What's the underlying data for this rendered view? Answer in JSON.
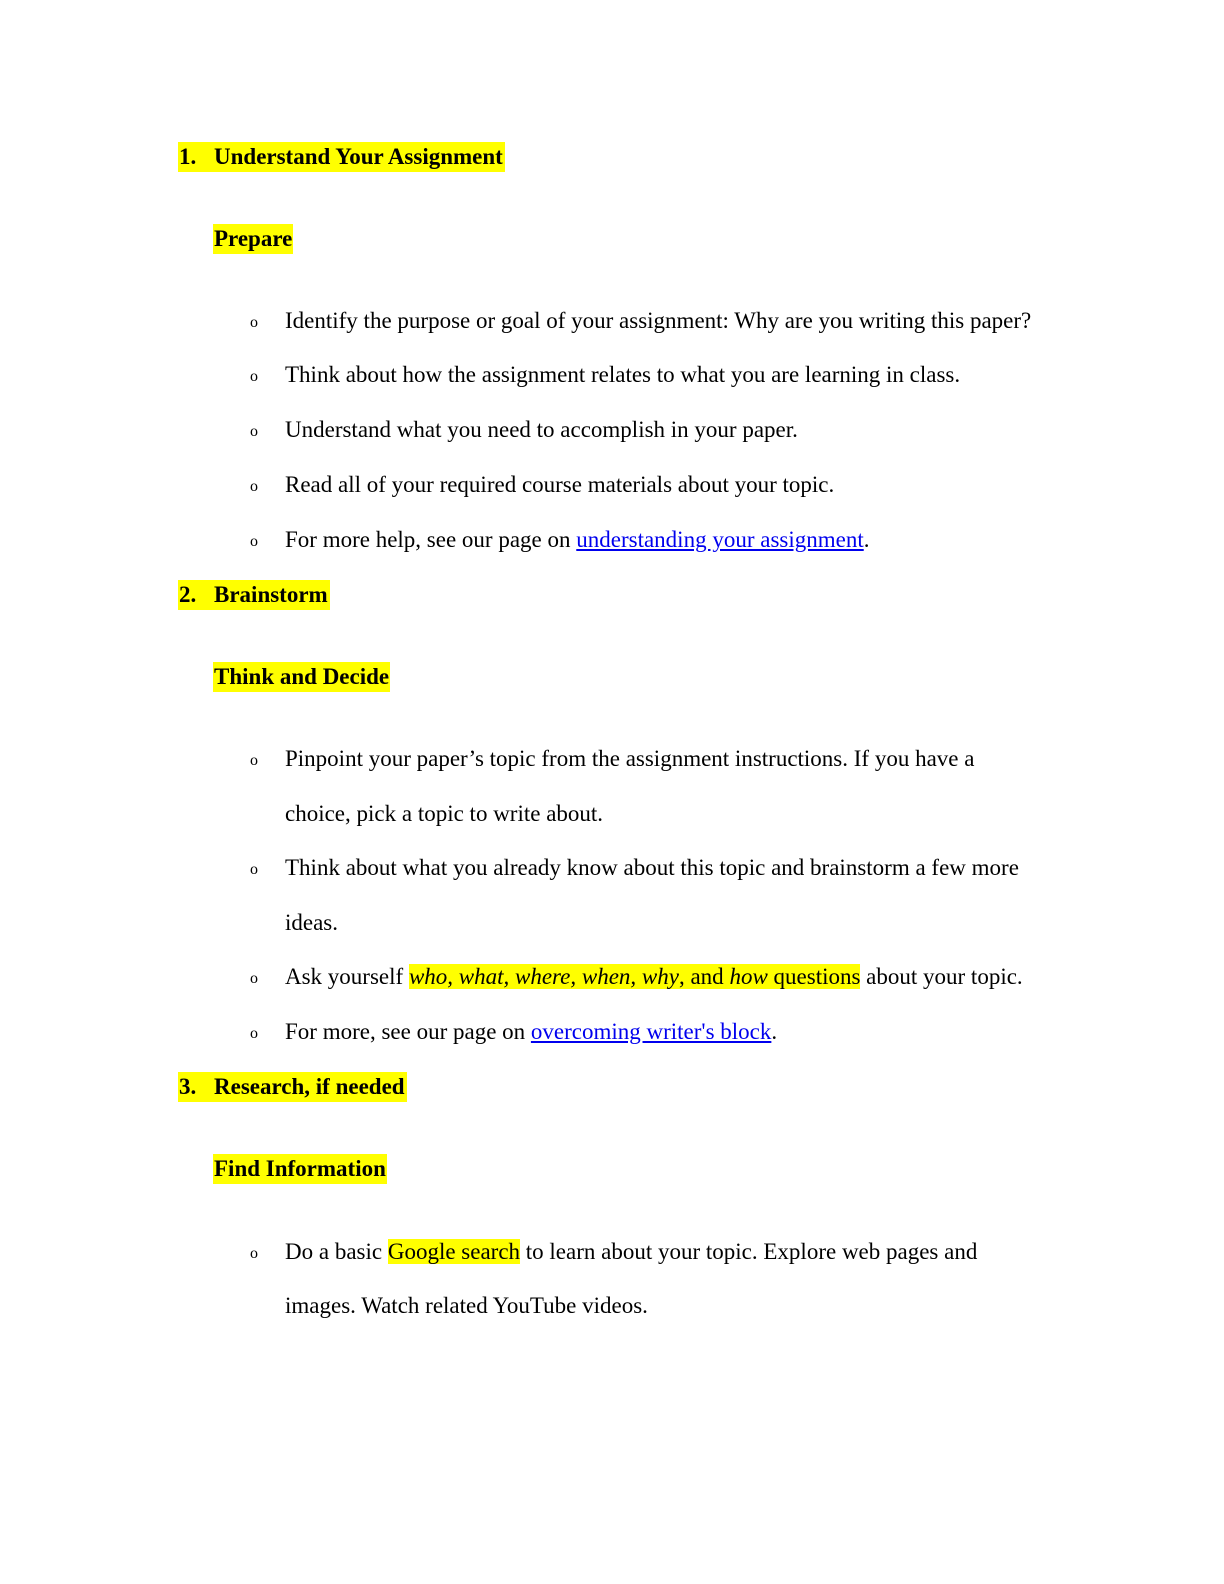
{
  "sections": [
    {
      "number": "1.",
      "title": "Understand Your Assignment",
      "subheading": "Prepare",
      "items": [
        {
          "lines": [
            "Identify the purpose or goal of your assignment: Why are you writing this paper?"
          ]
        },
        {
          "lines": [
            "Think about how the assignment relates to what you are learning in class."
          ]
        },
        {
          "lines": [
            "Understand what you need to accomplish in your paper."
          ]
        },
        {
          "lines": [
            "Read all of your required course materials about your topic."
          ]
        },
        {
          "prefix": "For more help, see our page on ",
          "link": "understanding your assignment",
          "suffix": "."
        }
      ]
    },
    {
      "number": "2.",
      "title": "Brainstorm",
      "subheading": "Think and Decide",
      "items": [
        {
          "lines": [
            "Pinpoint your paper’s topic from the assignment instructions. If you have a",
            "choice, pick a topic to write about."
          ]
        },
        {
          "lines": [
            "Think about what you already know about this topic and brainstorm a few more",
            "ideas."
          ]
        },
        {
          "prefix": "Ask yourself ",
          "hl_italic_1": "who, what, where, when, why",
          "hl_text_1": ", and ",
          "hl_italic_2": "how",
          "hl_text_2": " questions",
          "suffix": " about your topic."
        },
        {
          "prefix": "For more, see our page on ",
          "link": "overcoming writer's block",
          "suffix": "."
        }
      ]
    },
    {
      "number": "3.",
      "title": "Research, if needed",
      "subheading": "Find Information",
      "items": [
        {
          "prefix": "Do a basic ",
          "highlight": "Google search",
          "suffix": " to learn about your topic. Explore web pages and",
          "line2": "images. Watch related YouTube videos."
        }
      ]
    }
  ],
  "bullet_glyph": "o",
  "colors": {
    "highlight": "#ffff00",
    "link": "#0000ee",
    "text": "#000000"
  }
}
